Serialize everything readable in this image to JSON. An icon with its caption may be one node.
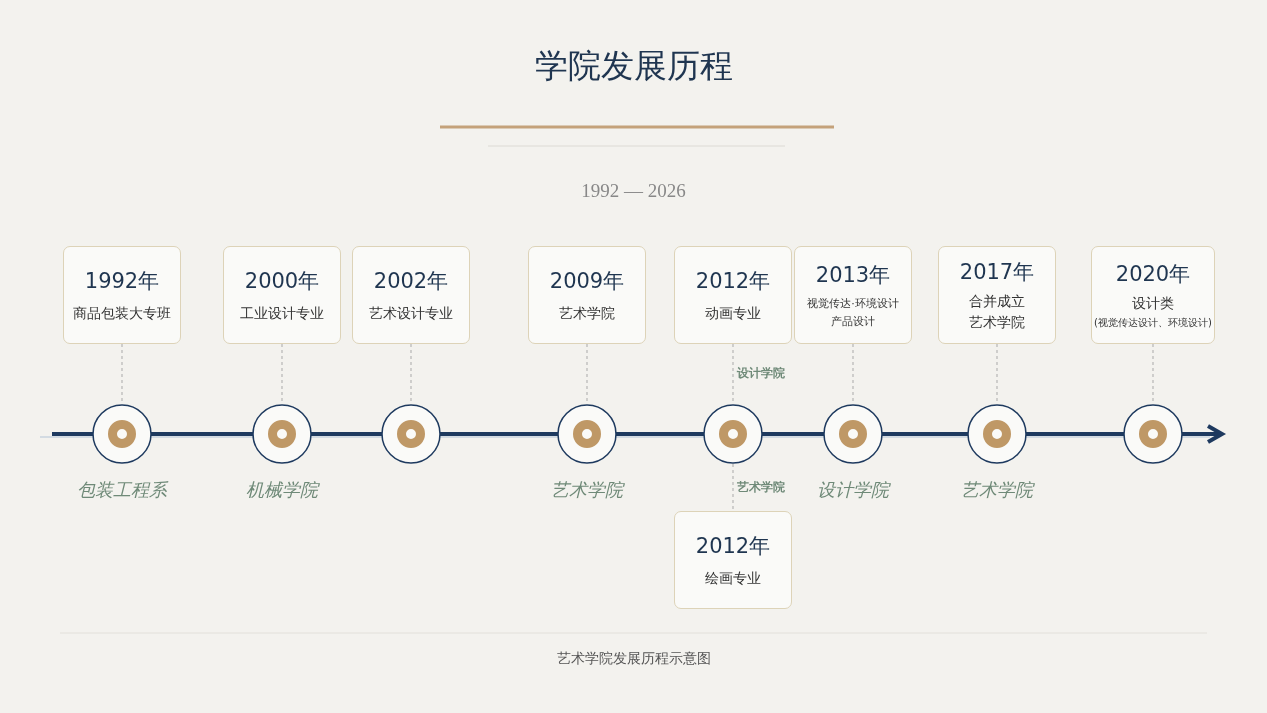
{
  "diagram": {
    "title": "学院发展历程",
    "caption": "艺术学院发展历程示意图",
    "nodes": [
      {
        "text": [
          "1992年",
          "商品包装大专班"
        ]
      },
      {
        "text": [
          "2000年",
          "工业设计专业"
        ]
      },
      {
        "text": [
          "2002年",
          "艺术设计专业"
        ]
      },
      {
        "text": [
          "2009年",
          "艺术学院"
        ]
      },
      {
        "text": [
          "2012年",
          "动画专业"
        ]
      },
      {
        "text": [
          "2013年",
          "视觉传达·环境设计",
          "产品设计"
        ]
      },
      {
        "text": [
          "2017年",
          "合并成立",
          "艺术学院"
        ]
      },
      {
        "text": [
          "2020年",
          "设计类",
          "(视觉传达设计、环境设计)"
        ]
      },
      {
        "text": [
          "2012年",
          "绘画专业"
        ]
      },
      {
        "text": [],
        "shape": "circle",
        "beside": [
          "包装工程系"
        ]
      },
      {
        "text": [],
        "shape": "circle",
        "beside": [
          "机械学院"
        ]
      },
      {
        "text": [],
        "shape": "circle"
      },
      {
        "text": [],
        "shape": "circle",
        "beside": [
          "艺术学院"
        ]
      },
      {
        "text": [],
        "shape": "circle"
      },
      {
        "text": [],
        "shape": "circle",
        "beside": [
          "设计学院"
        ]
      },
      {
        "text": [],
        "shape": "circle",
        "beside": [
          "艺术学院"
        ]
      },
      {
        "text": [],
        "shape": "circle"
      }
    ],
    "edges": [
      {
        "from": 0,
        "to": 9,
        "arrow": "none",
        "style": "dashed"
      },
      {
        "from": 1,
        "to": 10,
        "arrow": "none",
        "style": "dashed"
      },
      {
        "from": 2,
        "to": 11,
        "arrow": "none",
        "style": "dashed"
      },
      {
        "from": 3,
        "to": 12,
        "arrow": "none",
        "style": "dashed"
      },
      {
        "from": 4,
        "to": 13,
        "arrow": "none",
        "style": "dashed",
        "label": "设计学院"
      },
      {
        "from": 5,
        "to": 14,
        "arrow": "none",
        "style": "dashed"
      },
      {
        "from": 6,
        "to": 15,
        "arrow": "none",
        "style": "dashed"
      },
      {
        "from": 7,
        "to": 16,
        "arrow": "none",
        "style": "dashed"
      },
      {
        "from": 13,
        "to": 8,
        "arrow": "none",
        "style": "dashed",
        "label": "艺术学院"
      }
    ],
    "labels": [
      "1992 — 2026"
    ]
  }
}
